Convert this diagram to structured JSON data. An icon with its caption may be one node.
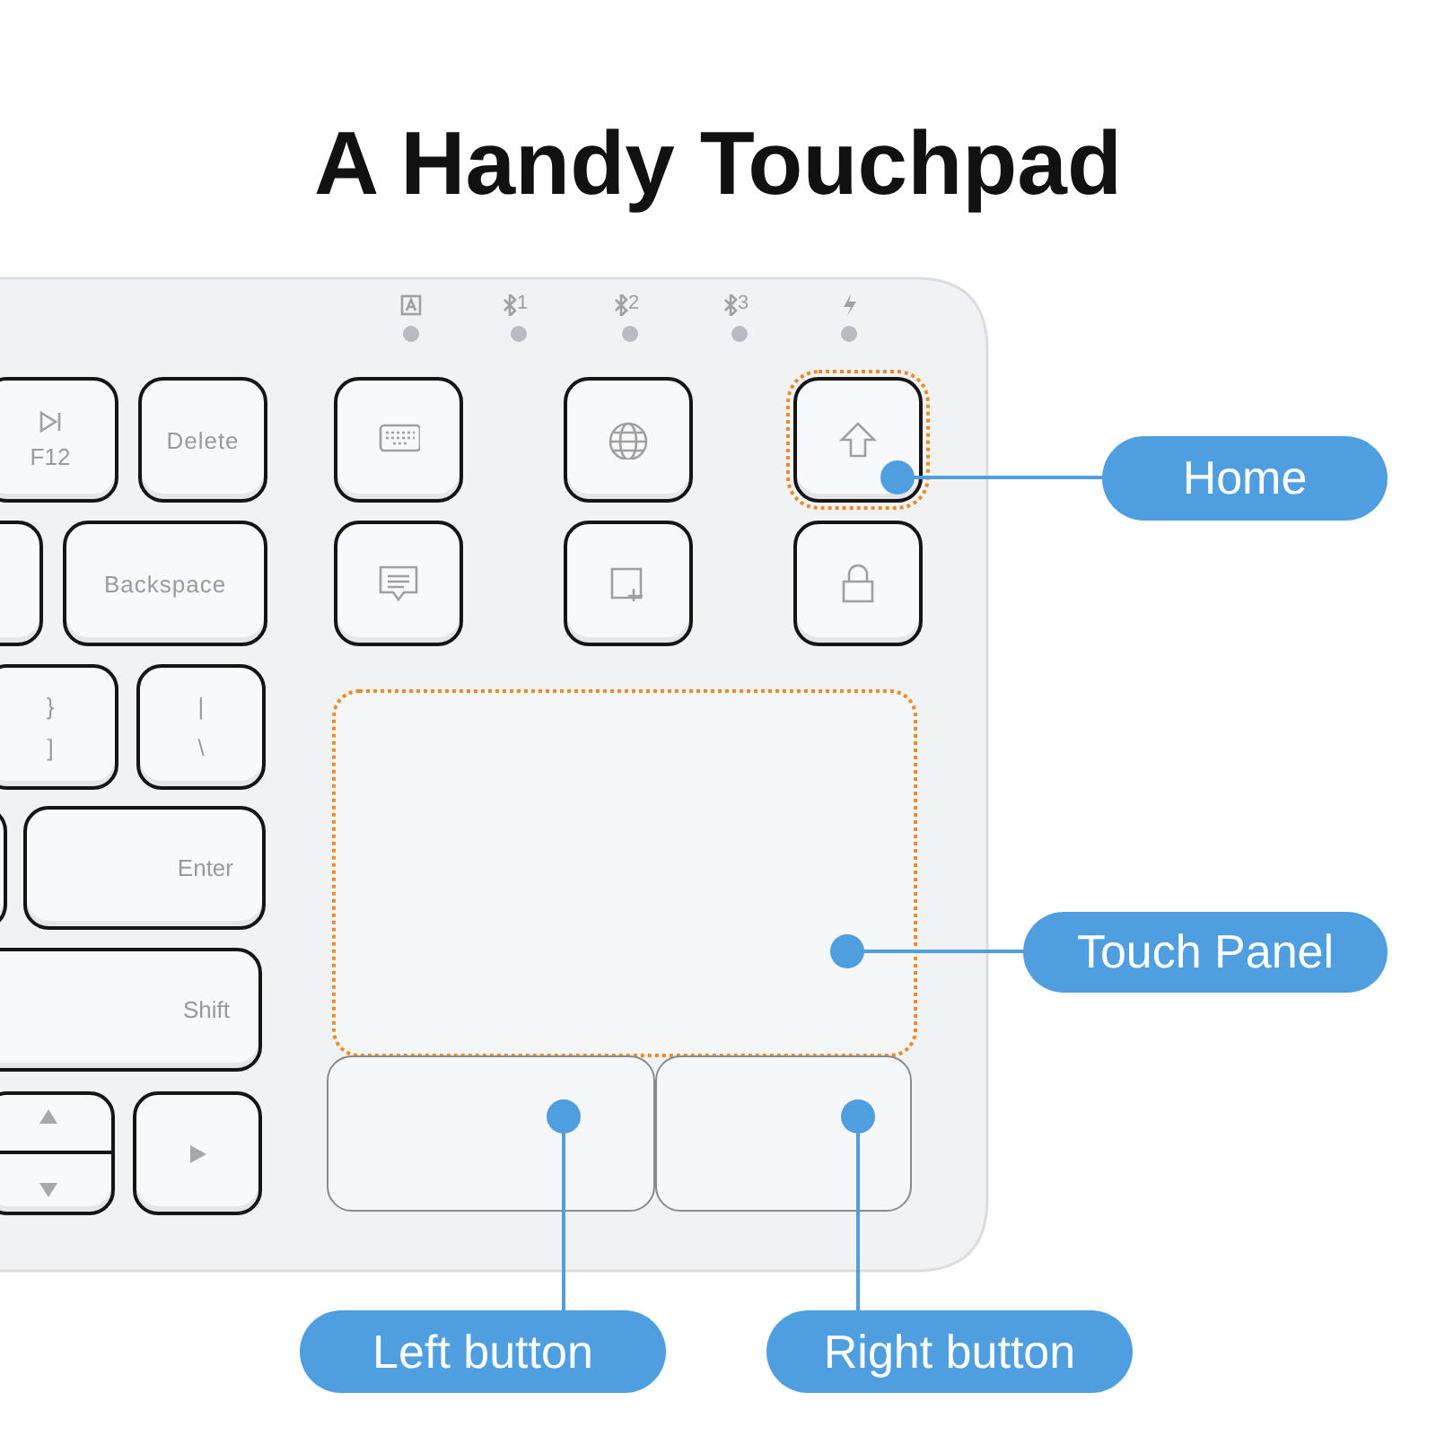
{
  "diagram": {
    "title": "A Handy Touchpad",
    "nodes": [
      {
        "text": [
          "F12"
        ]
      },
      {
        "text": [
          "Delete"
        ]
      },
      {
        "text": [],
        "shape": "box"
      },
      {
        "text": [],
        "shape": "box"
      },
      {
        "text": [],
        "shape": "box"
      },
      {
        "text": [],
        "shape": "box"
      },
      {
        "text": [
          "Backspace"
        ]
      },
      {
        "text": [],
        "shape": "box"
      },
      {
        "text": [],
        "shape": "box"
      },
      {
        "text": [],
        "shape": "box"
      },
      {
        "text": [
          "}",
          "]"
        ]
      },
      {
        "text": [
          "|",
          "\\"
        ]
      },
      {
        "text": [],
        "shape": "box"
      },
      {
        "text": [
          "Enter"
        ]
      },
      {
        "text": [
          "Shift"
        ]
      },
      {
        "text": [],
        "shape": "box"
      },
      {
        "text": [],
        "shape": "box"
      },
      {
        "text": [],
        "shape": "box"
      },
      {
        "text": [],
        "shape": "box"
      },
      {
        "text": [],
        "shape": "box"
      },
      {
        "text": [
          "Home"
        ]
      },
      {
        "text": [
          "Touch Panel"
        ]
      },
      {
        "text": [
          "Left button"
        ]
      },
      {
        "text": [
          "Right button"
        ]
      }
    ],
    "edges": [
      {
        "from": 20,
        "to": 4,
        "arrow": "other"
      },
      {
        "from": 21,
        "to": 17,
        "arrow": "other"
      },
      {
        "from": 22,
        "to": 18,
        "arrow": "other"
      },
      {
        "from": 23,
        "to": 19,
        "arrow": "other"
      }
    ],
    "labels": [
      "1",
      "2",
      "3"
    ]
  }
}
